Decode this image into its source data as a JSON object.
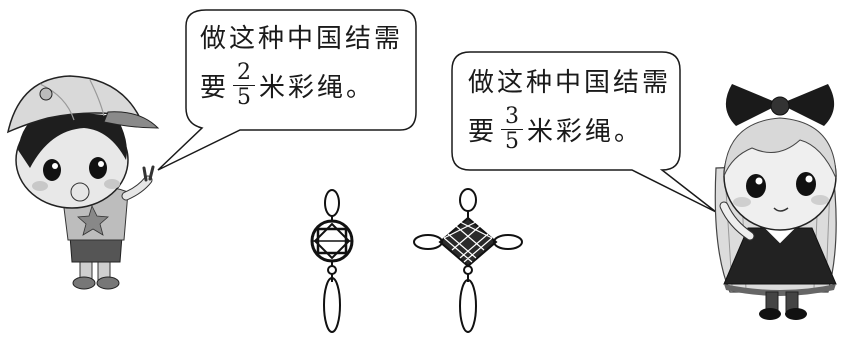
{
  "left_bubble": {
    "line1": "做这种中国结需",
    "prefix": "要",
    "numerator": "2",
    "denominator": "5",
    "suffix": "米彩绳。"
  },
  "right_bubble": {
    "line1": "做这种中国结需",
    "prefix": "要",
    "numerator": "3",
    "denominator": "5",
    "suffix": "米彩绳。"
  },
  "icons": [
    "boy-character",
    "girl-character",
    "knot-round",
    "knot-lattice"
  ]
}
